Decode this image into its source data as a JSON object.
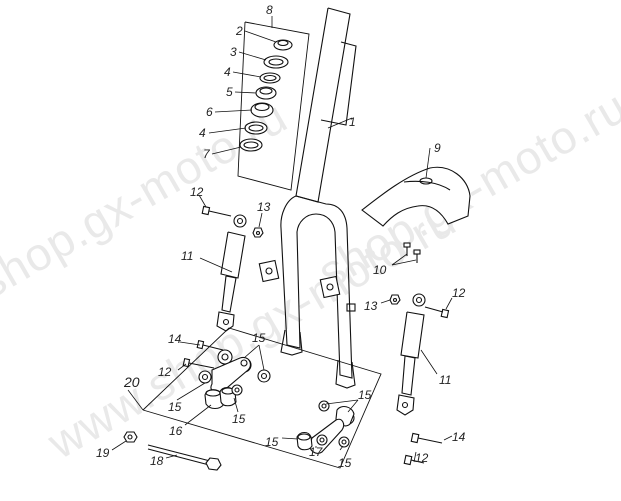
{
  "watermarks": [
    "shop.gx-moto.ru",
    "shop.gx-moto.ru",
    "www.shop.gx-moto.ru"
  ],
  "callouts": [
    {
      "id": "c1",
      "text": "1"
    },
    {
      "id": "c2",
      "text": "2"
    },
    {
      "id": "c3",
      "text": "3"
    },
    {
      "id": "c4a",
      "text": "4"
    },
    {
      "id": "c4b",
      "text": "4"
    },
    {
      "id": "c5",
      "text": "5"
    },
    {
      "id": "c6",
      "text": "6"
    },
    {
      "id": "c7",
      "text": "7"
    },
    {
      "id": "c8",
      "text": "8"
    },
    {
      "id": "c9",
      "text": "9"
    },
    {
      "id": "c10",
      "text": "10"
    },
    {
      "id": "c11a",
      "text": "11"
    },
    {
      "id": "c11b",
      "text": "11"
    },
    {
      "id": "c12a",
      "text": "12"
    },
    {
      "id": "c12b",
      "text": "12"
    },
    {
      "id": "c12c",
      "text": "12"
    },
    {
      "id": "c12d",
      "text": "12"
    },
    {
      "id": "c13a",
      "text": "13"
    },
    {
      "id": "c13b",
      "text": "13"
    },
    {
      "id": "c14a",
      "text": "14"
    },
    {
      "id": "c14b",
      "text": "14"
    },
    {
      "id": "c15a",
      "text": "15"
    },
    {
      "id": "c15b",
      "text": "15"
    },
    {
      "id": "c15c",
      "text": "15"
    },
    {
      "id": "c15d",
      "text": "15"
    },
    {
      "id": "c15e",
      "text": "15"
    },
    {
      "id": "c15f",
      "text": "15"
    },
    {
      "id": "c16",
      "text": "16"
    },
    {
      "id": "c17",
      "text": "17"
    },
    {
      "id": "c18",
      "text": "18"
    },
    {
      "id": "c19",
      "text": "19"
    },
    {
      "id": "c20",
      "text": "20"
    }
  ]
}
